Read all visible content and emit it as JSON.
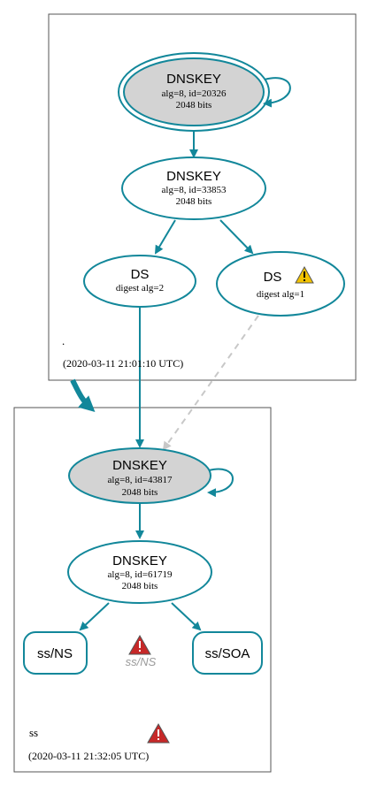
{
  "zones": {
    "root": {
      "label": ".",
      "timestamp": "(2020-03-11 21:01:10 UTC)"
    },
    "ss": {
      "label": "ss",
      "timestamp": "(2020-03-11 21:32:05 UTC)"
    }
  },
  "nodes": {
    "root_ksk": {
      "title": "DNSKEY",
      "line1": "alg=8, id=20326",
      "line2": "2048 bits"
    },
    "root_zsk": {
      "title": "DNSKEY",
      "line1": "alg=8, id=33853",
      "line2": "2048 bits"
    },
    "ds_digest2": {
      "title": "DS",
      "line1": "digest alg=2"
    },
    "ds_digest1": {
      "title": "DS",
      "line1": "digest alg=1"
    },
    "ss_ksk": {
      "title": "DNSKEY",
      "line1": "alg=8, id=43817",
      "line2": "2048 bits"
    },
    "ss_zsk": {
      "title": "DNSKEY",
      "line1": "alg=8, id=61719",
      "line2": "2048 bits"
    },
    "ss_ns": {
      "title": "ss/NS"
    },
    "ss_ns_warning": {
      "title": "ss/NS"
    },
    "ss_soa": {
      "title": "ss/SOA"
    }
  },
  "colors": {
    "teal": "#12879a",
    "gray_fill": "#d3d3d3",
    "border": "#555555",
    "dashed": "#c8c8c8",
    "warning_red": "#c62828",
    "warning_yellow": "#f2c200"
  },
  "icons": {
    "ds_warning": "yellow-warning-icon",
    "ns_warning": "red-warning-icon",
    "zone_warning": "red-warning-icon"
  }
}
